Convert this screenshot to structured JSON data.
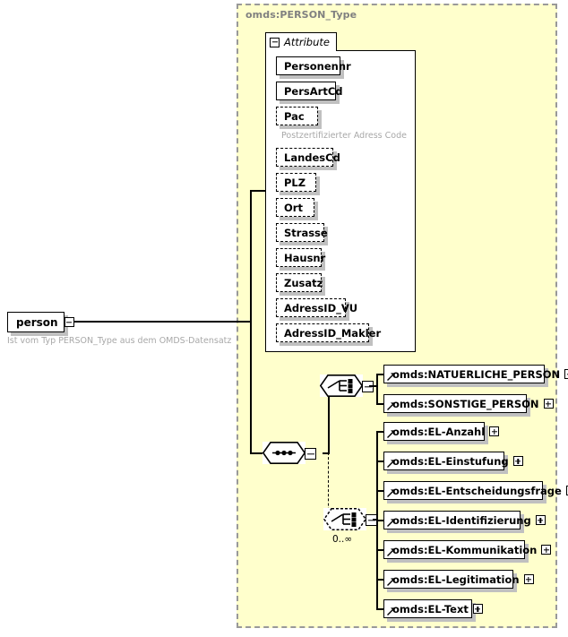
{
  "diagram": {
    "kind": "xml-schema-diagram",
    "type_panel": {
      "title": "omds:PERSON_Type"
    },
    "root_element": {
      "name": "person",
      "annotation": "Ist vom Typ PERSON_Type aus dem OMDS-Datensatz",
      "toggle": "minus-toggle-icon"
    },
    "attribute_group": {
      "label": "Attribute",
      "toggle": "minus-toggle-icon",
      "attributes": [
        {
          "name": "Personennr",
          "required": true,
          "annotation": ""
        },
        {
          "name": "PersArtCd",
          "required": true,
          "annotation": ""
        },
        {
          "name": "Pac",
          "required": false,
          "annotation": "Postzertifizierter Adress Code"
        },
        {
          "name": "LandesCd",
          "required": false,
          "annotation": ""
        },
        {
          "name": "PLZ",
          "required": false,
          "annotation": ""
        },
        {
          "name": "Ort",
          "required": false,
          "annotation": ""
        },
        {
          "name": "Strasse",
          "required": false,
          "annotation": ""
        },
        {
          "name": "Hausnr",
          "required": false,
          "annotation": ""
        },
        {
          "name": "Zusatz",
          "required": false,
          "annotation": ""
        },
        {
          "name": "AdressID_VU",
          "required": false,
          "annotation": ""
        },
        {
          "name": "AdressID_Makler",
          "required": false,
          "annotation": ""
        }
      ]
    },
    "sequence_node": {
      "symbol": "sequence-compositor-icon",
      "toggle": "minus-toggle-icon"
    },
    "choice_nodes": [
      {
        "symbol": "choice-compositor-icon",
        "toggle": "minus-toggle-icon",
        "required": true,
        "cardinality": ""
      },
      {
        "symbol": "choice-compositor-icon",
        "toggle": "minus-toggle-icon",
        "required": false,
        "cardinality": "0..∞"
      }
    ],
    "choice_one_elements": [
      {
        "name": "omds:NATUERLICHE_PERSON",
        "toggle": "plus-toggle-icon"
      },
      {
        "name": "omds:SONSTIGE_PERSON",
        "toggle": "plus-toggle-icon"
      }
    ],
    "choice_two_elements": [
      {
        "name": "omds:EL-Anzahl",
        "toggle": "plus-toggle-icon"
      },
      {
        "name": "omds:EL-Einstufung",
        "toggle": "plus-toggle-icon"
      },
      {
        "name": "omds:EL-Entscheidungsfrage",
        "toggle": "plus-toggle-icon"
      },
      {
        "name": "omds:EL-Identifizierung",
        "toggle": "plus-toggle-icon"
      },
      {
        "name": "omds:EL-Kommunikation",
        "toggle": "plus-toggle-icon"
      },
      {
        "name": "omds:EL-Legitimation",
        "toggle": "plus-toggle-icon"
      },
      {
        "name": "omds:EL-Text",
        "toggle": "plus-toggle-icon"
      }
    ],
    "colors": {
      "panel_background": "#ffffcc",
      "panel_border": "#999999",
      "node_background": "#ffffff",
      "node_border": "#000000",
      "shadow": "#c0c0c0",
      "title_text": "#808080",
      "annotation_text": "#a8a8a8"
    }
  }
}
